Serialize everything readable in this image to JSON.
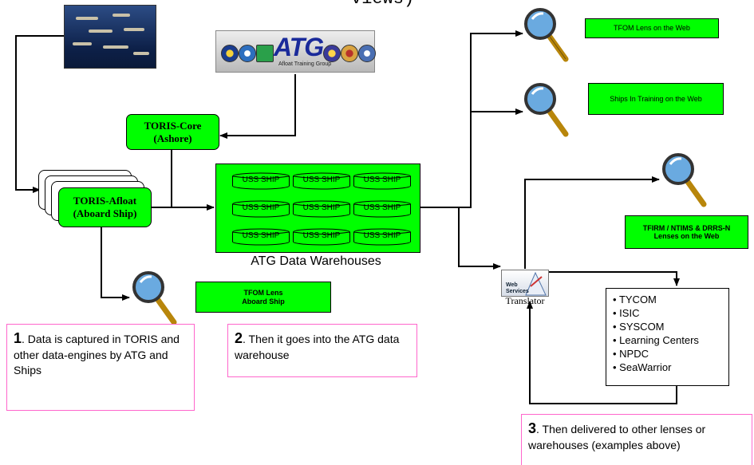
{
  "top_text": "views)",
  "atg_logo": {
    "text": "ATG",
    "subtitle": "Afloat Training Group"
  },
  "toris_core": {
    "line1": "TORIS-Core",
    "line2": "(Ashore)"
  },
  "toris_afloat": {
    "line1": "TORIS-Afloat",
    "line2": "(Aboard Ship)"
  },
  "warehouse": {
    "ships": [
      "USS SHIP",
      "USS SHIP",
      "USS SHIP",
      "USS SHIP",
      "USS SHIP",
      "USS SHIP",
      "USS SHIP",
      "USS SHIP",
      "USS SHIP"
    ],
    "label": "ATG Data Warehouses"
  },
  "lenses": {
    "tfom_web": "TFOM Lens on the Web",
    "ships_training": "Ships In Training on the Web",
    "tfirm_line1": "TFIRM / NTIMS & DRRS-N",
    "tfirm_line2": "Lenses on the Web",
    "tfom_ship_line1": "TFOM Lens",
    "tfom_ship_line2": "Aboard Ship"
  },
  "translator": {
    "icon_text_1": "Web",
    "icon_text_2": "Services",
    "label": "Translator"
  },
  "examples": [
    "TYCOM",
    "ISIC",
    "SYSCOM",
    "Learning Centers",
    "NPDC",
    "SeaWarrior"
  ],
  "callouts": {
    "c1_num": "1",
    "c1_text": ". Data is captured in TORIS and other data-engines by ATG and Ships",
    "c2_num": "2",
    "c2_text": ". Then it goes into the ATG data warehouse",
    "c3_num": "3",
    "c3_text": ". Then delivered to other lenses or warehouses (examples above)"
  },
  "colors": {
    "accent_green": "#00ff00",
    "callout_border": "#ff66cc",
    "magnifier_glass": "#6aaae0",
    "handle": "#b8860b"
  }
}
